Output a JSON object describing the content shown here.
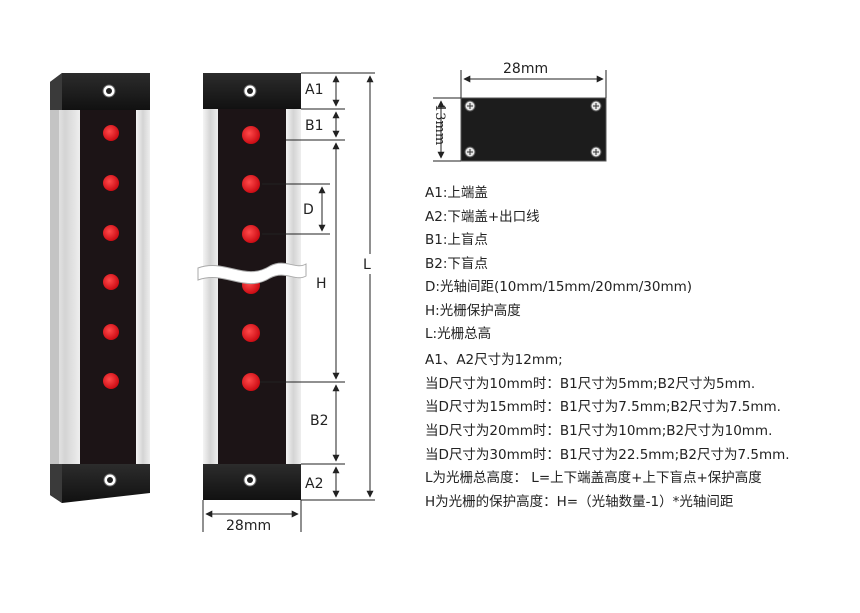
{
  "dimensions": {
    "bottom_width": "28mm",
    "top_width": "28mm",
    "top_height": "13mm"
  },
  "labels": {
    "a1": "A1",
    "b1": "B1",
    "d": "D",
    "h": "H",
    "l": "L",
    "b2": "B2",
    "a2": "A2"
  },
  "legend": [
    "A1:上端盖",
    "A2:下端盖+出口线",
    "B1:上盲点",
    "B2:下盲点",
    "D:光轴间距(10mm/15mm/20mm/30mm)",
    "H:光栅保护高度",
    "L:光栅总高"
  ],
  "notes": [
    "A1、A2尺寸为12mm;",
    "当D尺寸为10mm时：B1尺寸为5mm;B2尺寸为5mm.",
    "当D尺寸为15mm时：B1尺寸为7.5mm;B2尺寸为7.5mm.",
    "当D尺寸为20mm时：B1尺寸为10mm;B2尺寸为10mm.",
    "当D尺寸为30mm时：B1尺寸为22.5mm;B2尺寸为7.5mm.",
    "L为光栅总高度： L=上下端盖高度+上下盲点+保护高度",
    "H为光栅的保护高度：H=（光轴数量-1）*光轴间距"
  ],
  "colors": {
    "body": "#1c1416",
    "cap": "#1b1b1b",
    "led": "#e0141c",
    "rail": "#dcdcdc"
  }
}
